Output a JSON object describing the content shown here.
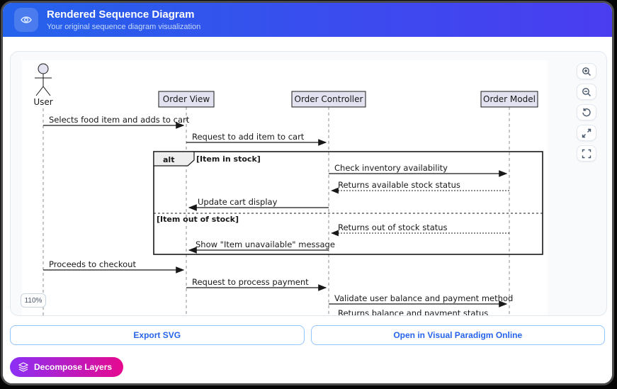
{
  "header": {
    "title": "Rendered Sequence Diagram",
    "subtitle": "Your original sequence diagram visualization",
    "icon": "eye-icon"
  },
  "viewer": {
    "zoom_level": "110%",
    "controls": [
      "zoom-in-icon",
      "zoom-out-icon",
      "reset-view-icon",
      "expand-icon",
      "fullscreen-icon"
    ]
  },
  "diagram": {
    "actor": "User",
    "participants": [
      "Order View",
      "Order Controller",
      "Order Model"
    ],
    "fragment": {
      "operator": "alt",
      "guard_in_stock": "[Item in stock]",
      "guard_out_of_stock": "[Item out of stock]"
    },
    "messages": [
      "Selects food item and adds to cart",
      "Request to add item to cart",
      "Check inventory availability",
      "Returns available stock status",
      "Update cart display",
      "Returns out of stock status",
      "Show \"Item unavailable\" message",
      "Proceeds to checkout",
      "Request to process payment",
      "Validate user balance and payment method",
      "Returns balance and payment status"
    ]
  },
  "footer": {
    "export_button": "Export SVG",
    "open_button": "Open in Visual Paradigm Online",
    "decompose_button": "Decompose Layers"
  },
  "colors": {
    "header_gradient_start": "#2563eb",
    "header_gradient_end": "#4a3df0",
    "accent_blue": "#2563eb",
    "decompose_gradient_start": "#8b2ff5",
    "decompose_gradient_end": "#e60a8f",
    "participant_fill": "#E2E2F0",
    "panel_background": "#f8fafc"
  }
}
